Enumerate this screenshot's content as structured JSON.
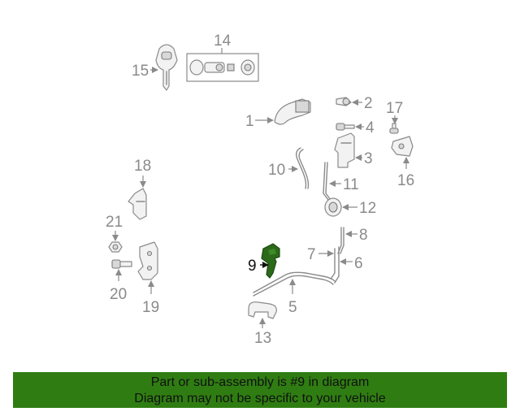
{
  "callouts": {
    "c1": "1",
    "c2": "2",
    "c3": "3",
    "c4": "4",
    "c5": "5",
    "c6": "6",
    "c7": "7",
    "c8": "8",
    "c9": "9",
    "c10": "10",
    "c11": "11",
    "c12": "12",
    "c13": "13",
    "c14": "14",
    "c15": "15",
    "c16": "16",
    "c17": "17",
    "c18": "18",
    "c19": "19",
    "c20": "20",
    "c21": "21"
  },
  "highlighted_part": "9",
  "colors": {
    "banner": "#2f7d12",
    "highlight_part": "#2c6a1a",
    "line_art": "#8a8a8a"
  },
  "banner": {
    "line1": "Part or sub-assembly is #9 in diagram",
    "line2": "Diagram may not be specific to your vehicle"
  }
}
